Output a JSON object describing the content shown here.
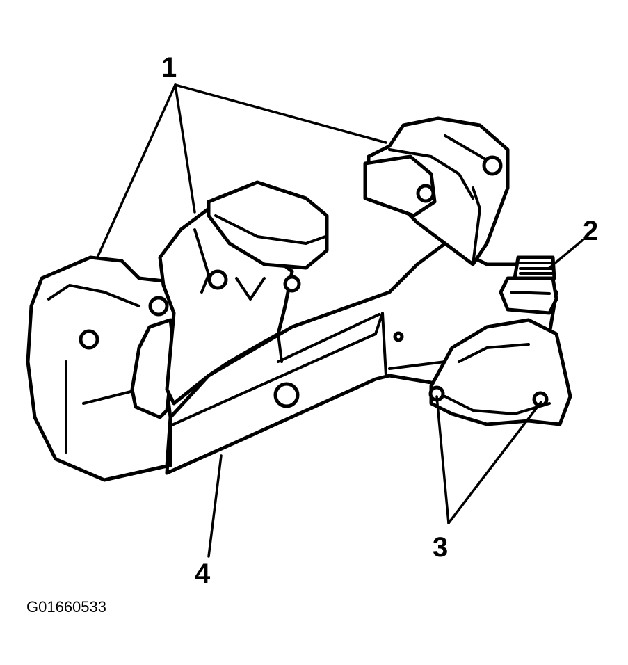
{
  "callouts": {
    "c1": "1",
    "c2": "2",
    "c3": "3",
    "c4": "4"
  },
  "figure_id": "G01660533",
  "colors": {
    "line": "#000000",
    "background": "#ffffff"
  }
}
